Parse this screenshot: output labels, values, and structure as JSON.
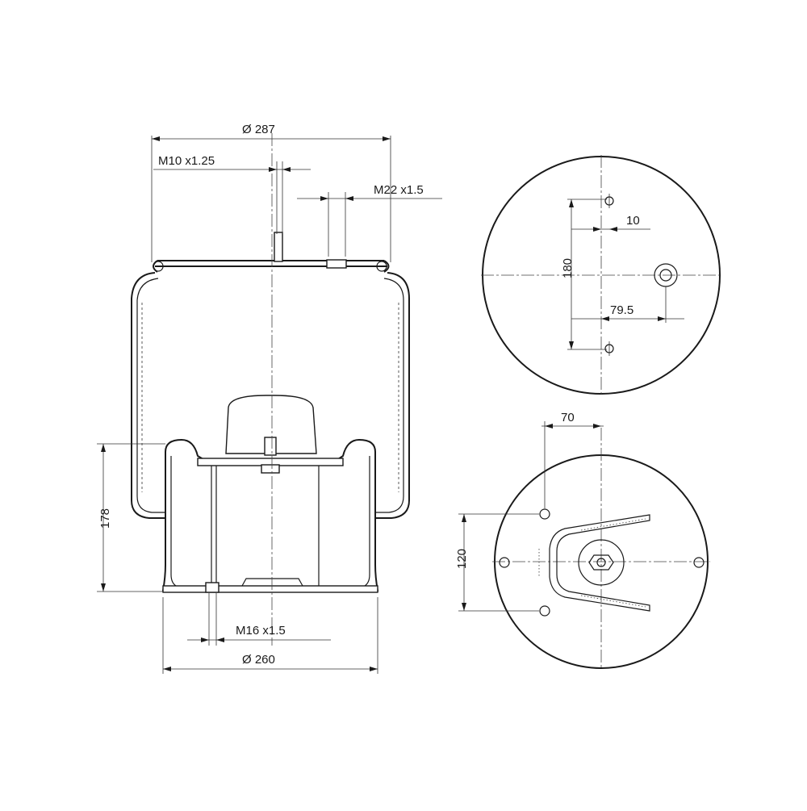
{
  "dimensions": {
    "top_diameter": "Ø 287",
    "bottom_diameter": "Ø 260",
    "top_stud_thread": "M10  x1.25",
    "top_port_thread": "M22  x1.5",
    "bottom_bolt_thread": "M16  x1.5",
    "piston_height": "178",
    "top_stud_spacing": "180",
    "top_stud_offset": "10",
    "top_port_offset": "79.5",
    "bottom_hole_offset": "70",
    "bottom_hole_spacing": "120"
  }
}
